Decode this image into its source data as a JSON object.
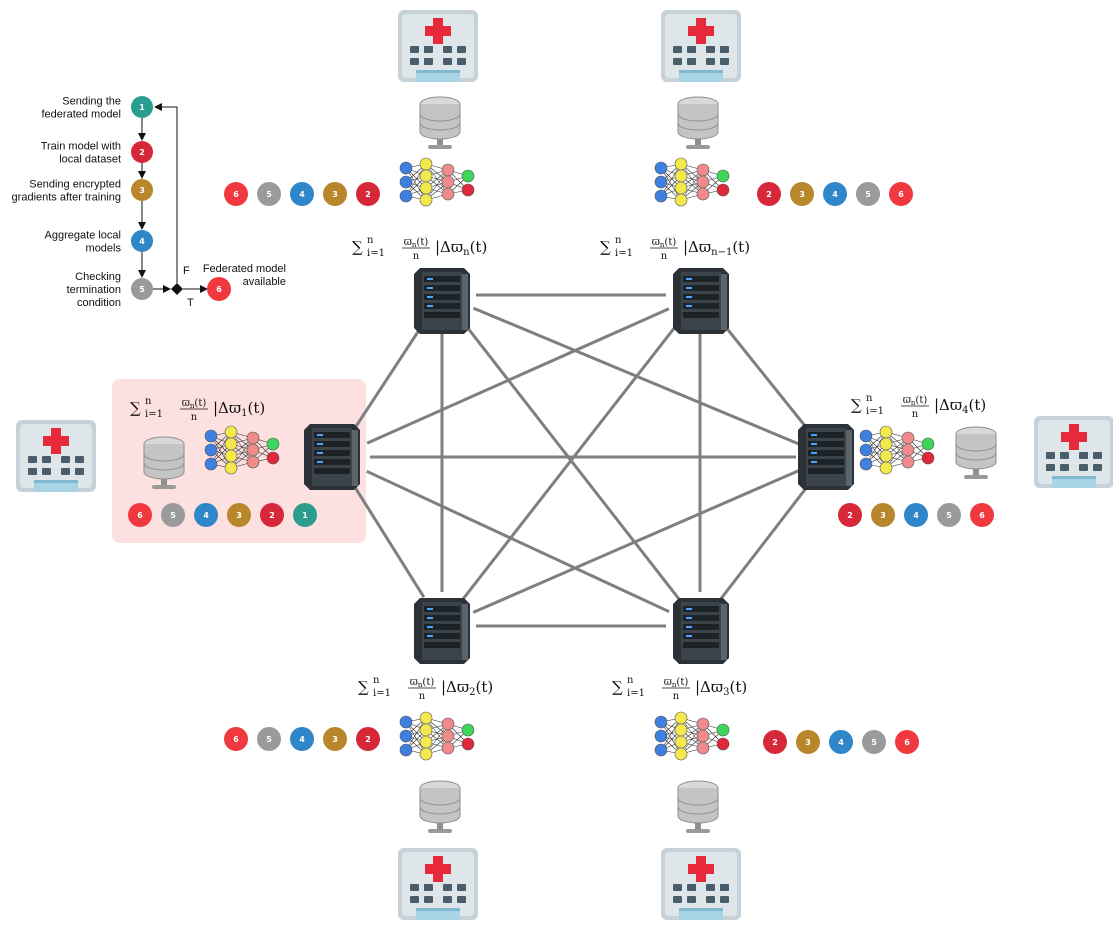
{
  "colors": {
    "step1": "#2a9d8f",
    "step2": "#d62839",
    "step3": "#b8862b",
    "step4": "#2f86c9",
    "step5": "#9a9a9a",
    "step6": "#f0393e",
    "highlight": "#fde0e0",
    "edge": "#7f7f7f",
    "hospital_cross": "#e8293c"
  },
  "flowchart": {
    "steps": [
      {
        "n": "1",
        "label": [
          "Sending the",
          "federated model"
        ]
      },
      {
        "n": "2",
        "label": [
          "Train model with",
          "local dataset"
        ]
      },
      {
        "n": "3",
        "label": [
          "Sending encrypted",
          "gradients after training"
        ]
      },
      {
        "n": "4",
        "label": [
          "Aggregate local",
          "models"
        ]
      },
      {
        "n": "5",
        "label": [
          "Checking",
          "termination",
          "condition"
        ]
      }
    ],
    "decision_false": "F",
    "decision_true": "T",
    "final_step": {
      "n": "6",
      "label": [
        "Federated model",
        "available"
      ]
    }
  },
  "nodes": [
    {
      "id": "top-left",
      "formula": {
        "prefix": "∑",
        "sub": "i=1",
        "sup": "n",
        "frac_num": "ϖ",
        "frac_num_sub": "n",
        "frac_num_tail": "(t)",
        "frac_den": "n",
        "delta": "|Δϖ",
        "delta_sub": "n",
        "delta_tail": "(t)"
      },
      "badges": [
        "6",
        "5",
        "4",
        "3",
        "2"
      ]
    },
    {
      "id": "top-right",
      "formula": {
        "prefix": "∑",
        "sub": "i=1",
        "sup": "n",
        "frac_num": "ϖ",
        "frac_num_sub": "n",
        "frac_num_tail": "(t)",
        "frac_den": "n",
        "delta": "|Δϖ",
        "delta_sub": "n−1",
        "delta_tail": "(t)"
      },
      "badges": [
        "2",
        "3",
        "4",
        "5",
        "6"
      ]
    },
    {
      "id": "left",
      "formula": {
        "prefix": "∑",
        "sub": "i=1",
        "sup": "n",
        "frac_num": "ϖ",
        "frac_num_sub": "n",
        "frac_num_tail": "(t)",
        "frac_den": "n",
        "delta": "|Δϖ",
        "delta_sub": "1",
        "delta_tail": "(t)"
      },
      "badges": [
        "6",
        "5",
        "4",
        "3",
        "2",
        "1"
      ]
    },
    {
      "id": "right",
      "formula": {
        "prefix": "∑",
        "sub": "i=1",
        "sup": "n",
        "frac_num": "ϖ",
        "frac_num_sub": "n",
        "frac_num_tail": "(t)",
        "frac_den": "n",
        "delta": "|Δϖ",
        "delta_sub": "4",
        "delta_tail": "(t)"
      },
      "badges": [
        "2",
        "3",
        "4",
        "5",
        "6"
      ]
    },
    {
      "id": "bottom-left",
      "formula": {
        "prefix": "∑",
        "sub": "i=1",
        "sup": "n",
        "frac_num": "ϖ",
        "frac_num_sub": "n",
        "frac_num_tail": "(t)",
        "frac_den": "n",
        "delta": "|Δϖ",
        "delta_sub": "2",
        "delta_tail": "(t)"
      },
      "badges": [
        "6",
        "5",
        "4",
        "3",
        "2"
      ]
    },
    {
      "id": "bottom-right",
      "formula": {
        "prefix": "∑",
        "sub": "i=1",
        "sup": "n",
        "frac_num": "ϖ",
        "frac_num_sub": "n",
        "frac_num_tail": "(t)",
        "frac_den": "n",
        "delta": "|Δϖ",
        "delta_sub": "3",
        "delta_tail": "(t)"
      },
      "badges": [
        "2",
        "3",
        "4",
        "5",
        "6"
      ]
    }
  ]
}
